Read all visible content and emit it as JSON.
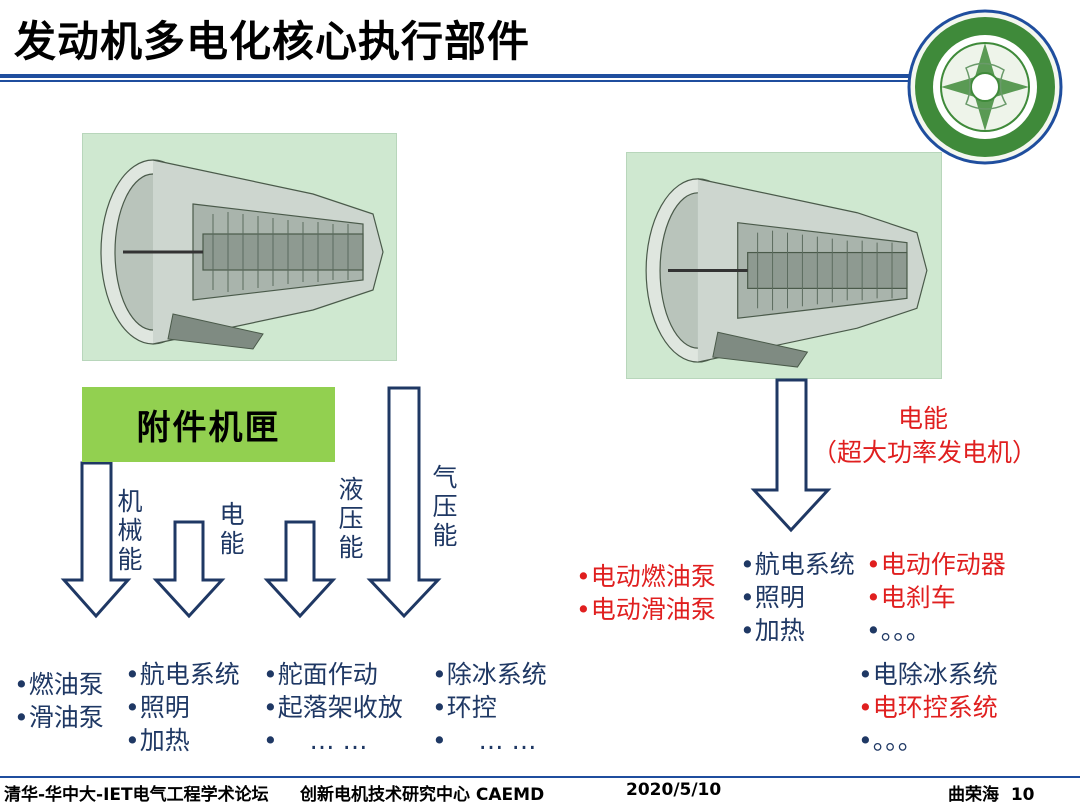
{
  "title": "发动机多电化核心执行部件",
  "left": {
    "gearbox_label": "附件机匣",
    "energy_labels": {
      "mechanical": "机\n械\n能",
      "electric": "电\n能",
      "hydraulic": "液\n压\n能",
      "pneumatic": "气\n压\n能"
    },
    "groups": [
      {
        "items": [
          "•燃油泵",
          "•滑油泵"
        ]
      },
      {
        "items": [
          "•航电系统",
          "•照明",
          "•加热"
        ]
      },
      {
        "items": [
          "•舵面作动",
          "•起落架收放",
          "•    … …"
        ]
      },
      {
        "items": [
          "•除冰系统",
          "•环控",
          "•    … …"
        ]
      }
    ]
  },
  "right": {
    "energy_label_line1": "电能",
    "energy_label_line2": "（超大功率发电机）",
    "group_a": [
      "•电动燃油泵",
      "•电动滑油泵"
    ],
    "group_b": [
      "•航电系统",
      "•照明",
      "•加热"
    ],
    "group_c_red": [
      "•电动作动器",
      "•电刹车"
    ],
    "group_c_dots": "•。。。",
    "group_d_line1": "•电除冰系统",
    "group_d_line2": "•电环控系统",
    "group_d_dots": "•。。。"
  },
  "footer": {
    "left": "清华-华中大-IET电气工程学术论坛",
    "center": "创新电机技术研究中心 CAEMD",
    "date": "2020/5/10",
    "author_page": "曲荣海  10"
  },
  "colors": {
    "accent_blue": "#1f4e9e",
    "arrow_stroke": "#1f3864",
    "gearbox_green": "#92d050",
    "highlight_red": "#e01f1f"
  },
  "icons": {
    "logo": "caemd-emblem",
    "engine": "turbofan-engine-cutaway"
  }
}
